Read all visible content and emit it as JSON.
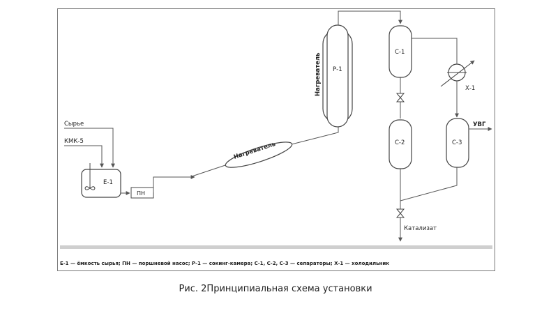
{
  "labels": {
    "raw_feed": "Сырье",
    "kmk": "КМК-5",
    "e1": "Е-1",
    "pn": "ПН",
    "heater_horizontal": "Нагреватель",
    "heater_vertical": "Нагреватель",
    "r1": "Р-1",
    "c1": "С-1",
    "c2": "С-2",
    "c3": "С-3",
    "x1": "Х-1",
    "uvg": "УВГ",
    "catalyst": "Катализат"
  },
  "legend": "Е-1 — ёмкость сырья; ПН — поршневой насос; Р-1 — сокинг-камера; С-1, С-2, С-3 — сепараторы; Х-1 — холодильник",
  "caption": "Рис. 2Принципиальная схема установки",
  "colors": {
    "line": "#555555",
    "frame": "#777777",
    "divider": "#cccccc",
    "text": "#222222"
  }
}
